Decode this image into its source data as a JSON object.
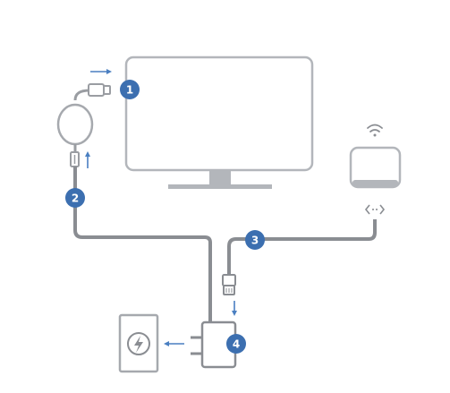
{
  "steps": [
    {
      "id": "1",
      "label": "1"
    },
    {
      "id": "2",
      "label": "2"
    },
    {
      "id": "3",
      "label": "3"
    },
    {
      "id": "4",
      "label": "4"
    }
  ],
  "colors": {
    "line": "#8a8d92",
    "light_line": "#b7babf",
    "accent": "#4a7fc1",
    "badge": "#3c6fb0",
    "background": "#ffffff"
  },
  "icons": [
    "tv-icon",
    "chromecast-dongle-icon",
    "wifi-router-icon",
    "wifi-signal-icon",
    "bidirectional-arrow-icon",
    "power-adapter-icon",
    "wall-outlet-icon",
    "lightning-bolt-icon",
    "ethernet-plug-icon"
  ]
}
